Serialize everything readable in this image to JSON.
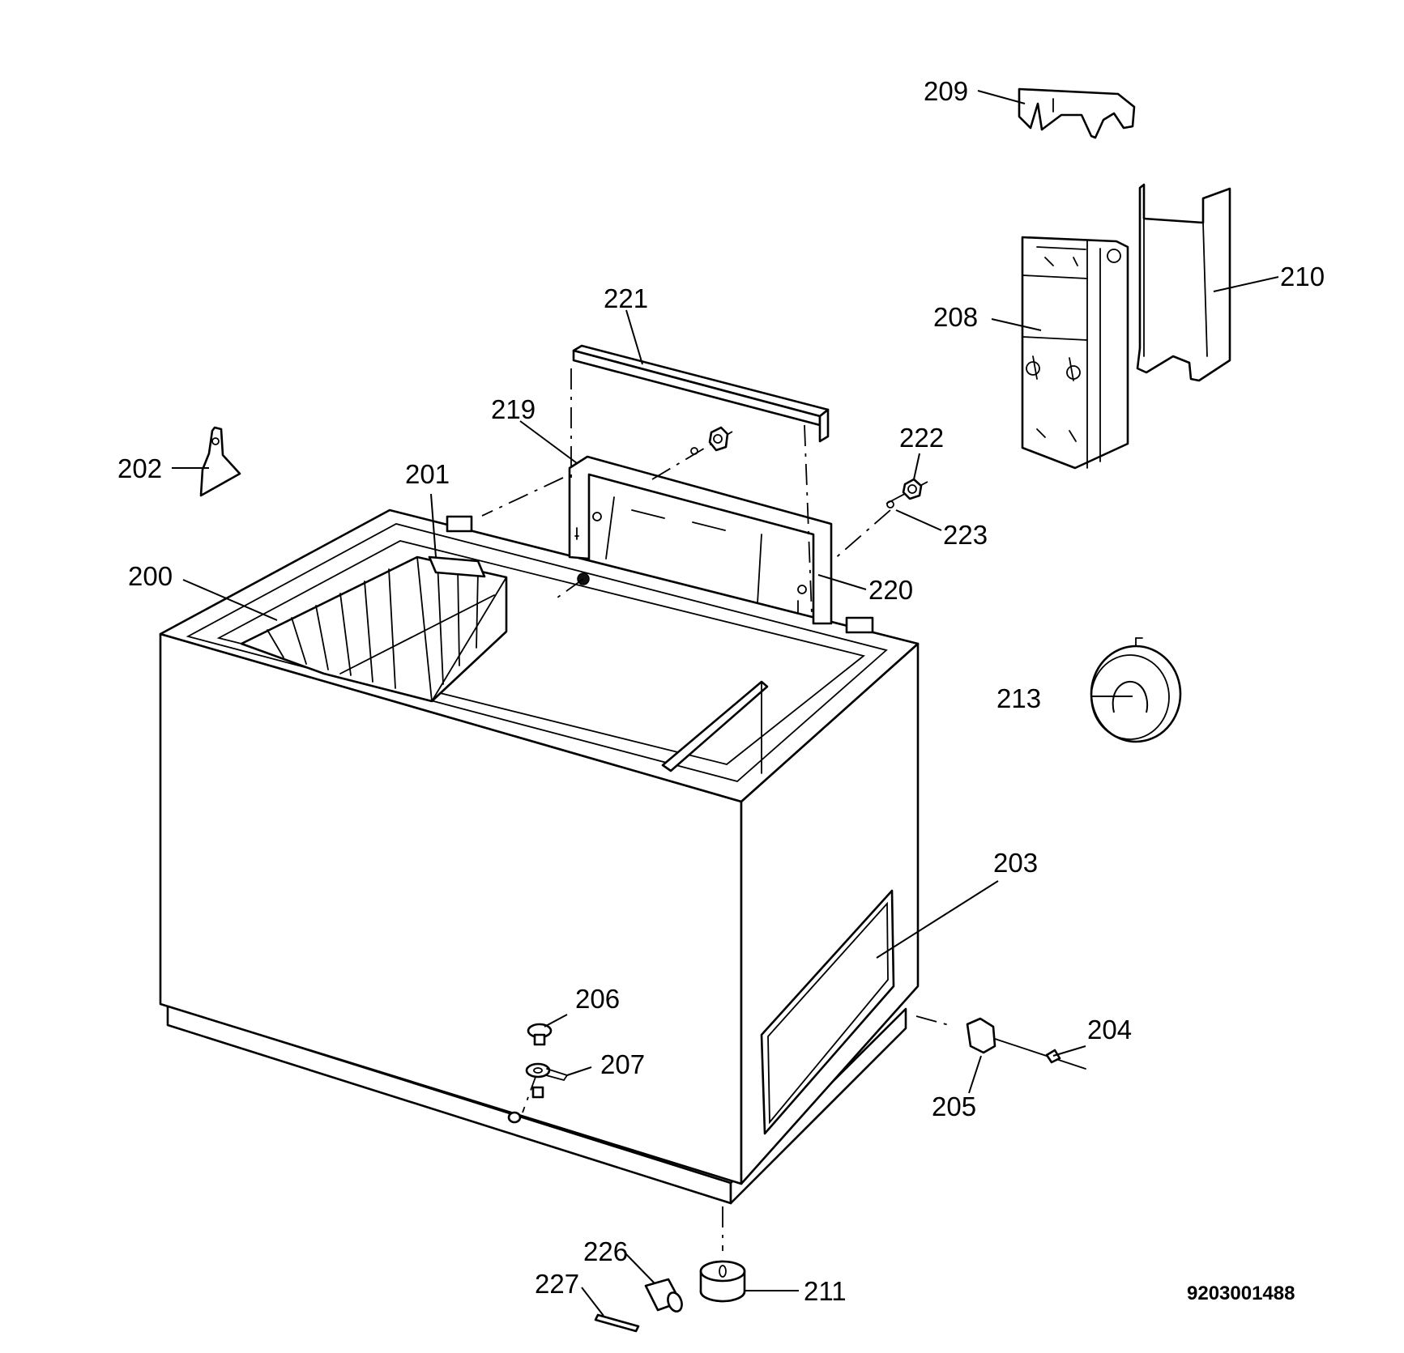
{
  "diagram": {
    "document_number": "9203001488",
    "parts": [
      {
        "id": "part-200",
        "number": "200"
      },
      {
        "id": "part-201",
        "number": "201"
      },
      {
        "id": "part-202",
        "number": "202"
      },
      {
        "id": "part-203",
        "number": "203"
      },
      {
        "id": "part-204",
        "number": "204"
      },
      {
        "id": "part-205",
        "number": "205"
      },
      {
        "id": "part-206",
        "number": "206"
      },
      {
        "id": "part-207",
        "number": "207"
      },
      {
        "id": "part-208",
        "number": "208"
      },
      {
        "id": "part-209",
        "number": "209"
      },
      {
        "id": "part-210",
        "number": "210"
      },
      {
        "id": "part-211",
        "number": "211"
      },
      {
        "id": "part-213",
        "number": "213"
      },
      {
        "id": "part-219",
        "number": "219"
      },
      {
        "id": "part-220",
        "number": "220"
      },
      {
        "id": "part-221",
        "number": "221"
      },
      {
        "id": "part-222",
        "number": "222"
      },
      {
        "id": "part-223",
        "number": "223"
      },
      {
        "id": "part-226",
        "number": "226"
      },
      {
        "id": "part-227",
        "number": "227"
      }
    ]
  }
}
